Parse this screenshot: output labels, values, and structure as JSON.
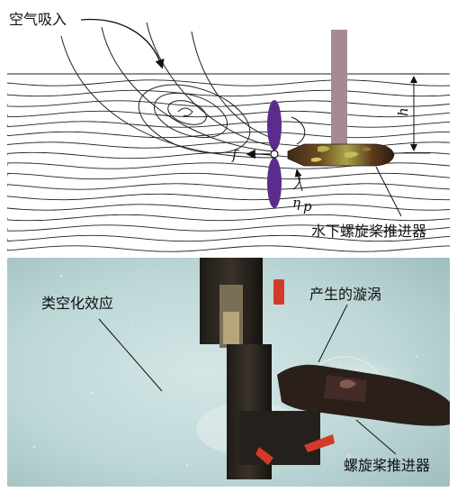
{
  "top_diagram": {
    "labels": {
      "air_intake": "空气吸入",
      "thruster": "水下螺旋桨推进器",
      "depth_symbol": "h",
      "force_symbol": "f",
      "efficiency_symbol": "η",
      "efficiency_subscript": "p"
    }
  },
  "bottom_photo": {
    "labels": {
      "cavitation_effect": "类空化效应",
      "vortex": "产生的漩涡",
      "thruster": "螺旋桨推进器"
    }
  },
  "colors": {
    "propeller": "#5a2d8c",
    "mast": "#a58a92",
    "wave_lines": "#222222",
    "photo_background": "#bcd6d6"
  }
}
